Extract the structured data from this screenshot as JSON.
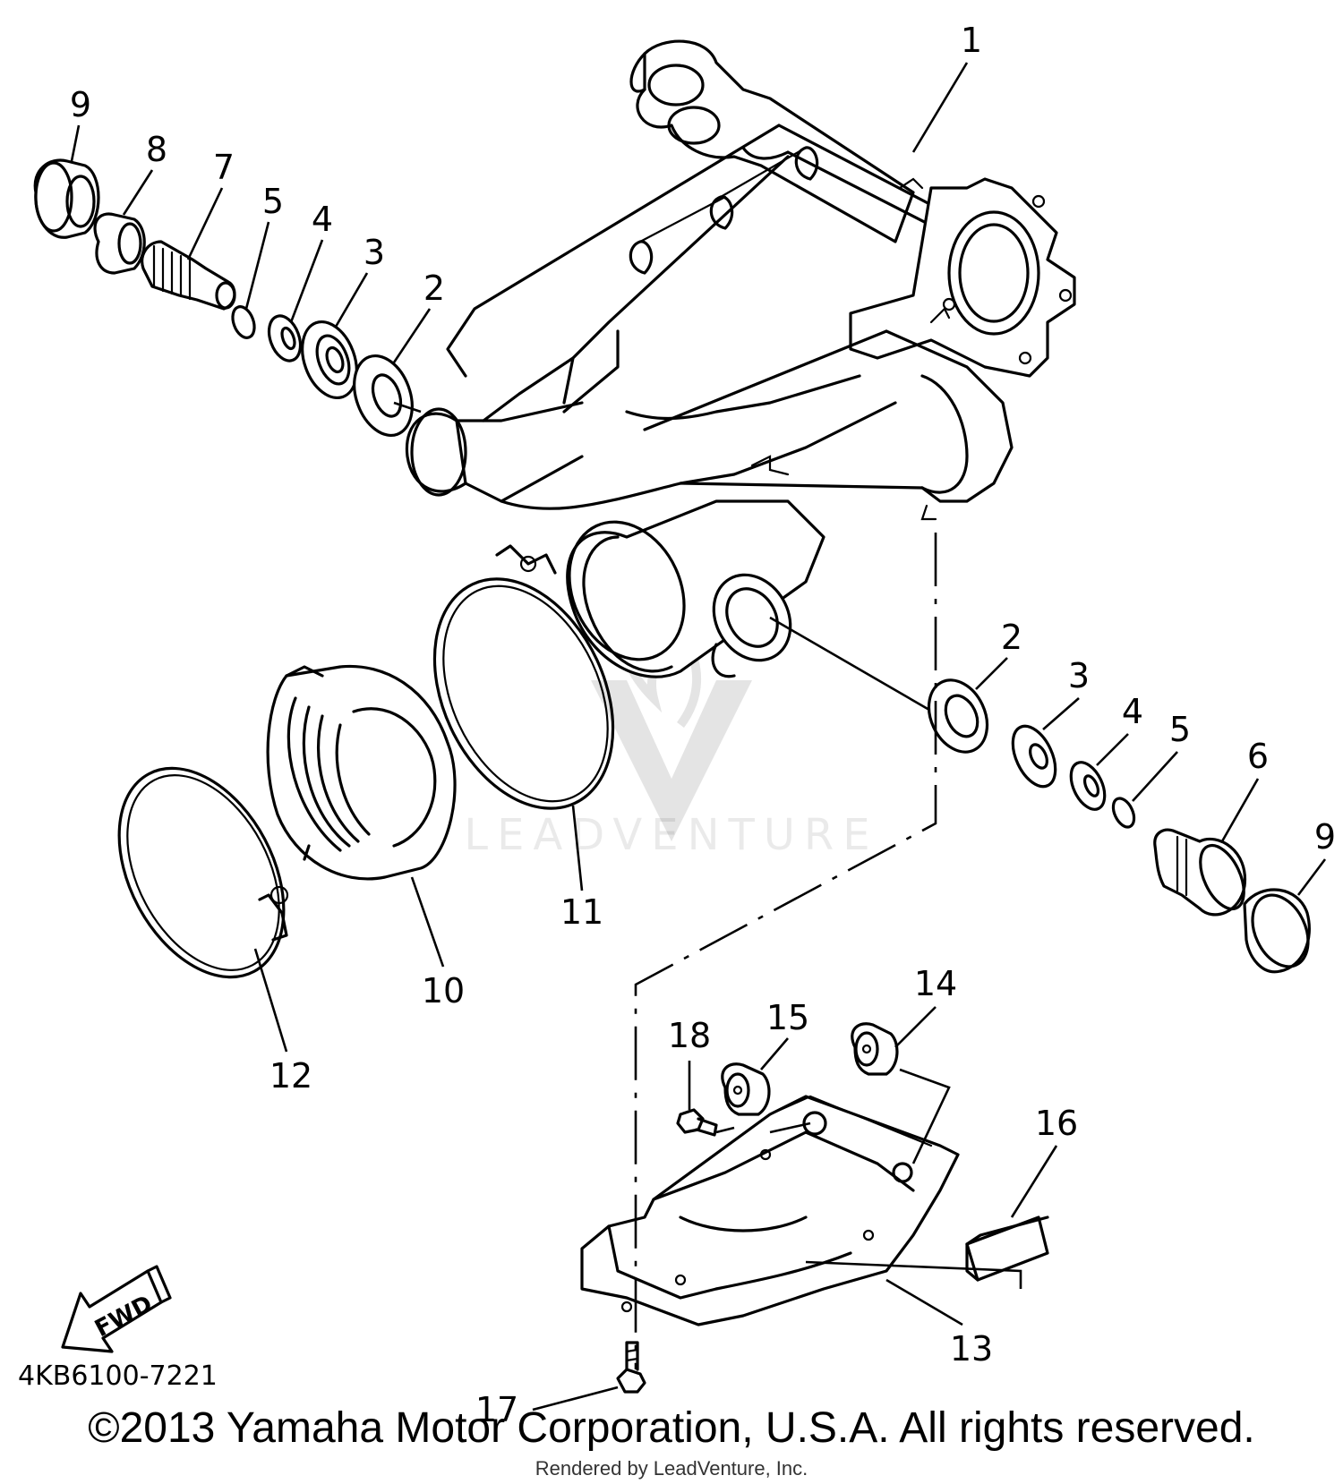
{
  "diagram": {
    "part_labels": {
      "p1": "1",
      "p2a": "2",
      "p3a": "3",
      "p4a": "4",
      "p5a": "5",
      "p7": "7",
      "p8": "8",
      "p9a": "9",
      "p2b": "2",
      "p3b": "3",
      "p4b": "4",
      "p5b": "5",
      "p6": "6",
      "p9b": "9",
      "p10": "10",
      "p11": "11",
      "p12": "12",
      "p13": "13",
      "p14": "14",
      "p15": "15",
      "p16": "16",
      "p17": "17",
      "p18": "18"
    },
    "fwd_arrow_label": "FWD",
    "drawing_code": "4KB6100-7221"
  },
  "watermark": {
    "text": "LEADVENTURE"
  },
  "footer": {
    "copyright": "©2013 Yamaha Motor Corporation, U.S.A. All rights reserved.",
    "rendered_by": "Rendered by LeadVenture, Inc."
  }
}
